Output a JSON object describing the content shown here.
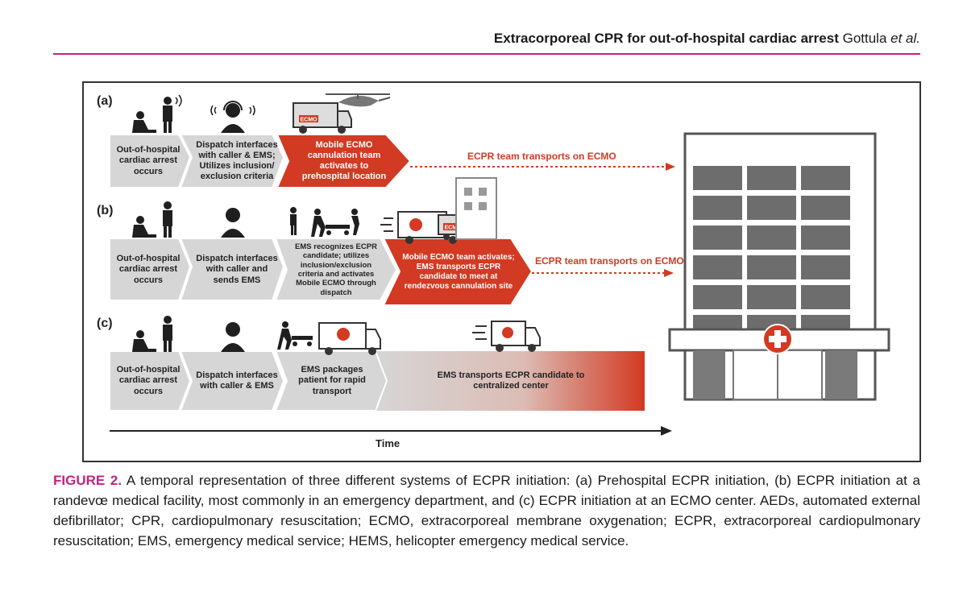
{
  "header": {
    "title_bold": "Extracorporeal CPR for out-of-hospital cardiac arrest",
    "authors": "Gottula",
    "etal": "et al."
  },
  "rows": [
    {
      "label": "(a)",
      "steps": [
        "Out-of-hospital cardiac arrest occurs",
        "Dispatch interfaces with caller & EMS; Utilizes inclusion/ exclusion criteria",
        "Mobile ECMO cannulation team activates to prehospital location"
      ],
      "transport": "ECPR team transports on ECMO"
    },
    {
      "label": "(b)",
      "steps": [
        "Out-of-hospital cardiac arrest occurs",
        "Dispatch interfaces with caller and sends EMS",
        "EMS recognizes ECPR candidate; utilizes inclusion/exclusion criteria and activates Mobile ECMO through dispatch",
        "Mobile ECMO team activates; EMS transports ECPR candidate to meet at rendezvous cannulation site"
      ],
      "transport": "ECPR team transports on ECMO"
    },
    {
      "label": "(c)",
      "steps": [
        "Out-of-hospital cardiac arrest occurs",
        "Dispatch interfaces with caller & EMS",
        "EMS packages patient for rapid transport",
        "EMS transports ECPR candidate to centralized center"
      ]
    }
  ],
  "vehicle_label": "ECMO",
  "time_label": "Time",
  "caption": {
    "label": "FIGURE 2.",
    "text": "A temporal representation of three different systems of ECPR initiation: (a) Prehospital ECPR initiation, (b) ECPR initiation at a randevœ medical facility, most commonly in an emergency department, and (c) ECPR initiation at an ECMO center. AEDs, automated external defibrillator; CPR, cardiopulmonary resuscitation; ECMO, extracorporeal membrane oxygenation; ECPR, extracorporeal cardiopulmonary resuscitation; EMS, emergency medical service; HEMS, helicopter emergency medical service."
  },
  "colors": {
    "accent": "#c2247e",
    "red": "#d23a23",
    "grey": "#d6d6d6"
  }
}
